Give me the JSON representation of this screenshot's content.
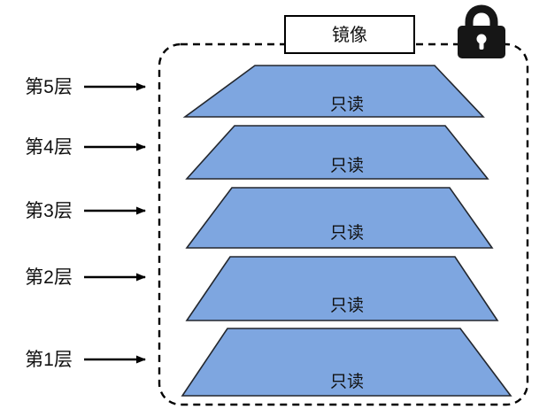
{
  "title": "镜像",
  "layers": [
    {
      "label": "第1层",
      "content": "只读"
    },
    {
      "label": "第2层",
      "content": "只读"
    },
    {
      "label": "第3层",
      "content": "只读"
    },
    {
      "label": "第4层",
      "content": "只读"
    },
    {
      "label": "第5层",
      "content": "只读"
    }
  ],
  "icons": {
    "lock": "padlock-icon"
  },
  "colors": {
    "layer_fill": "#7EA6E0",
    "layer_stroke": "#23272E",
    "outline": "#000000"
  }
}
